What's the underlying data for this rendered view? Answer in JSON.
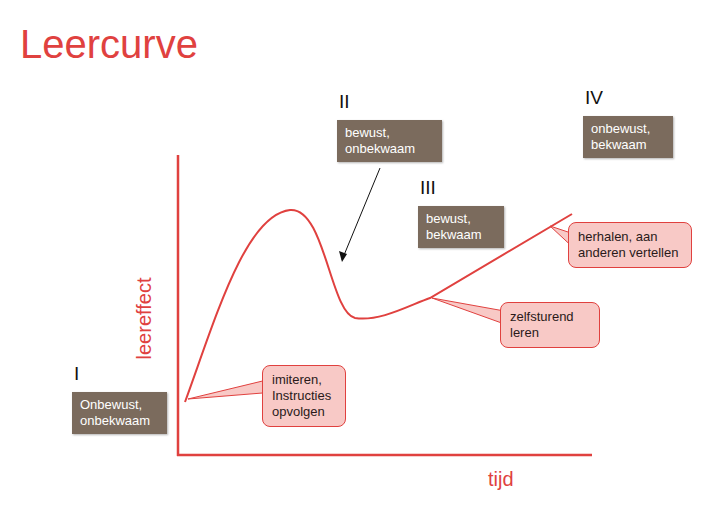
{
  "diagram": {
    "title": "Leercurve",
    "nodes": [
      {
        "text": [
          "II",
          "bewust, onbekwaam"
        ]
      },
      {
        "text": [
          "IV",
          "onbewust, bekwaam"
        ]
      },
      {
        "text": [
          "III",
          "bewust, bekwaam"
        ]
      },
      {
        "text": [
          "herhalen, aan anderen vertellen"
        ]
      },
      {
        "text": [
          "zelfsturend leren"
        ]
      },
      {
        "text": [
          "I",
          "Onbewust, onbekwaam"
        ]
      },
      {
        "text": [
          "imiteren, Instructies opvolgen"
        ]
      }
    ],
    "labels": [
      "leereffect",
      "tijd"
    ]
  }
}
